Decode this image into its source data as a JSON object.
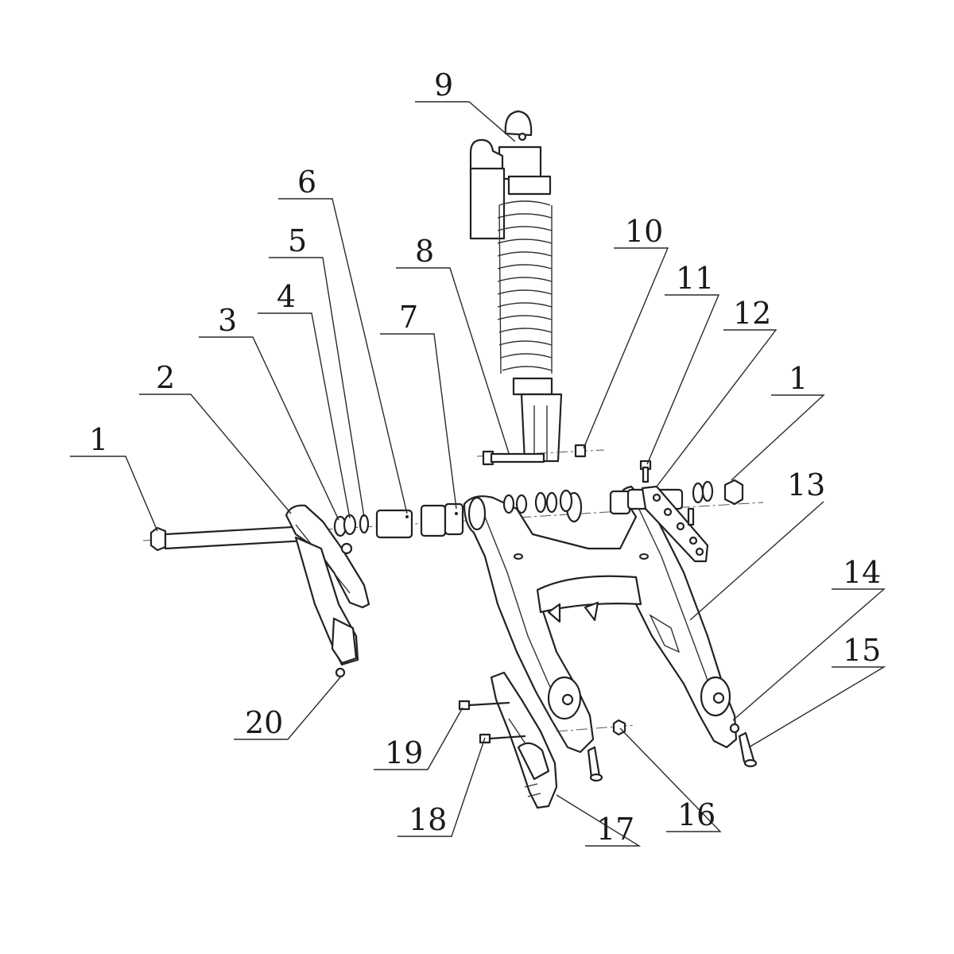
{
  "callouts": [
    {
      "id": "c1a",
      "label": "1"
    },
    {
      "id": "c2",
      "label": "2"
    },
    {
      "id": "c3",
      "label": "3"
    },
    {
      "id": "c4",
      "label": "4"
    },
    {
      "id": "c5",
      "label": "5"
    },
    {
      "id": "c6",
      "label": "6"
    },
    {
      "id": "c7",
      "label": "7"
    },
    {
      "id": "c8",
      "label": "8"
    },
    {
      "id": "c9",
      "label": "9"
    },
    {
      "id": "c10",
      "label": "10"
    },
    {
      "id": "c11",
      "label": "11"
    },
    {
      "id": "c12",
      "label": "12"
    },
    {
      "id": "c1b",
      "label": "1"
    },
    {
      "id": "c13",
      "label": "13"
    },
    {
      "id": "c14",
      "label": "14"
    },
    {
      "id": "c15",
      "label": "15"
    },
    {
      "id": "c16",
      "label": "16"
    },
    {
      "id": "c17",
      "label": "17"
    },
    {
      "id": "c18",
      "label": "18"
    },
    {
      "id": "c19",
      "label": "19"
    },
    {
      "id": "c20",
      "label": "20"
    }
  ]
}
